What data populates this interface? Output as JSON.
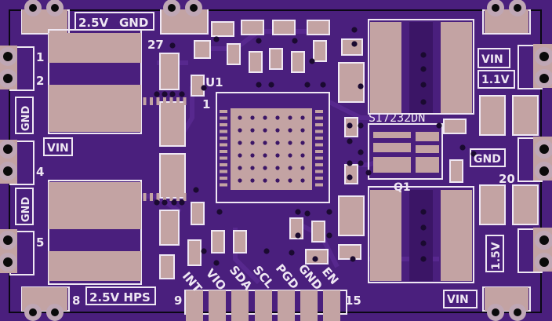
{
  "board": {
    "colors": {
      "soldermask": "#4a1f7d",
      "substrate": "#2b0d57",
      "pad": "#c3a3a3",
      "silkscreen": "#efe7f3",
      "via_ring": "#bfa7b5",
      "drill": "#0a0a0a"
    }
  },
  "labels": {
    "top_left_rail": "2.5V",
    "top_left_gnd": "GND",
    "pin_27": "27",
    "pin_1_left": "1",
    "pin_2_left": "2",
    "gnd_left_a": "GND",
    "vin_left": "VIN",
    "pin_4_left": "4",
    "gnd_left_b": "GND",
    "pin_5_left": "5",
    "pin_8": "8",
    "bottom_left_rail": "2.5V HPS",
    "u1_ref": "U1",
    "u1_pin1": "1",
    "pin_9": "9",
    "pin_15": "15",
    "sig_int": "INT",
    "sig_vio": "VIO",
    "sig_sda": "SDA",
    "sig_scl": "SCL",
    "sig_pgd": "PGD",
    "sig_gnd": "GND",
    "sig_en": "EN",
    "mosfet_part": "SI7232DN",
    "q1_ref": "Q1",
    "vin_right_top": "VIN",
    "rail_1v1": "1.1V",
    "gnd_right": "GND",
    "pin_20": "20",
    "rail_1v5": "1.5V",
    "vin_right_bottom": "VIN"
  }
}
